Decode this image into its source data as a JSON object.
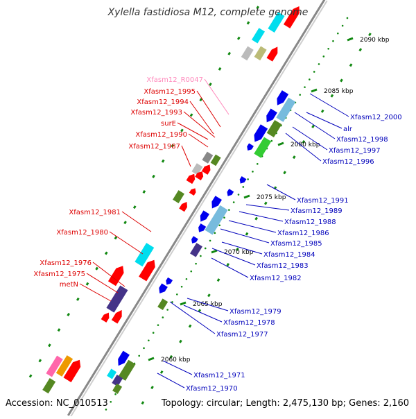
{
  "title": "Xylella fastidiosa M12, complete genome",
  "footer": {
    "accession": "Accession: NC_010513",
    "summary": "Topology: circular; Length: 2,475,130 bp; Genes: 2,160"
  },
  "colors": {
    "backbone": "#999999",
    "left_label": "#dd0000",
    "rna_label": "#ff88bb",
    "right_label": "#0000bb",
    "tick": "#118811",
    "forward_cds": "#ff0000",
    "reverse_cds": "#0000ee"
  },
  "scale_labels": [
    "2090 kbp",
    "2085 kbp",
    "2080 kbp",
    "2075 kbp",
    "2070 kbp",
    "2065 kbp",
    "2060 kbp"
  ],
  "left_genes": [
    {
      "label": "Xfasm12_R0047",
      "kind": "rna"
    },
    {
      "label": "Xfasm12_1995",
      "kind": "cds"
    },
    {
      "label": "Xfasm12_1994",
      "kind": "cds"
    },
    {
      "label": "Xfasm12_1993",
      "kind": "cds"
    },
    {
      "label": "surE",
      "kind": "cds"
    },
    {
      "label": "Xfasm12_1990",
      "kind": "cds"
    },
    {
      "label": "Xfasm12_1987",
      "kind": "cds"
    },
    {
      "label": "Xfasm12_1981",
      "kind": "cds"
    },
    {
      "label": "Xfasm12_1980",
      "kind": "cds"
    },
    {
      "label": "Xfasm12_1976",
      "kind": "cds"
    },
    {
      "label": "Xfasm12_1975",
      "kind": "cds"
    },
    {
      "label": "metN",
      "kind": "cds"
    }
  ],
  "right_genes": [
    {
      "label": "Xfasm12_2000"
    },
    {
      "label": "alr"
    },
    {
      "label": "Xfasm12_1998"
    },
    {
      "label": "Xfasm12_1997"
    },
    {
      "label": "Xfasm12_1996"
    },
    {
      "label": "Xfasm12_1991"
    },
    {
      "label": "Xfasm12_1989"
    },
    {
      "label": "Xfasm12_1988"
    },
    {
      "label": "Xfasm12_1986"
    },
    {
      "label": "Xfasm12_1985"
    },
    {
      "label": "Xfasm12_1984"
    },
    {
      "label": "Xfasm12_1983"
    },
    {
      "label": "Xfasm12_1982"
    },
    {
      "label": "Xfasm12_1979"
    },
    {
      "label": "Xfasm12_1978"
    },
    {
      "label": "Xfasm12_1977"
    },
    {
      "label": "Xfasm12_1971"
    },
    {
      "label": "Xfasm12_1970"
    }
  ]
}
